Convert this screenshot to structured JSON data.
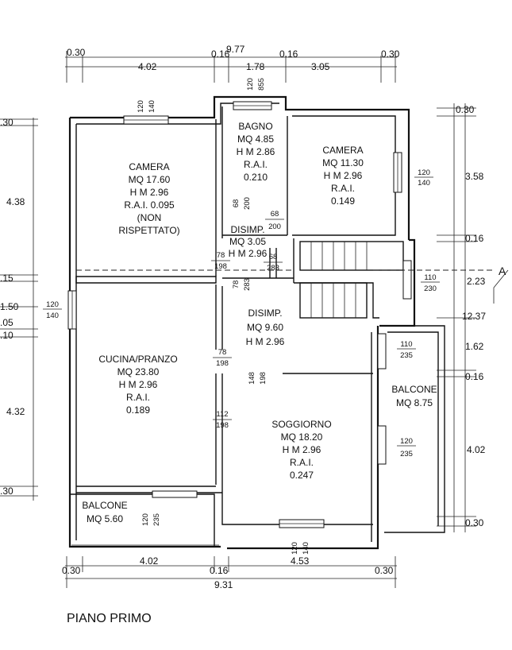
{
  "title": "PIANO PRIMO",
  "rooms": {
    "camera1": {
      "name": "CAMERA",
      "mq": "MQ 17.60",
      "h": "H M 2.96",
      "rai": "R.A.I. 0.095",
      "note1": "(NON",
      "note2": "RISPETTATO)"
    },
    "bagno": {
      "name": "BAGNO",
      "mq": "MQ 4.85",
      "h": "H M 2.86",
      "rai_label": "R.A.I.",
      "rai": "0.210"
    },
    "camera2": {
      "name": "CAMERA",
      "mq": "MQ 11.30",
      "h": "H M 2.96",
      "rai_label": "R.A.I.",
      "rai": "0.149"
    },
    "disimp1": {
      "name": "DISIMP.",
      "mq": "MQ 3.05",
      "h": "H M 2.96"
    },
    "disimp2": {
      "name": "DISIMP.",
      "mq": "MQ 9.60",
      "h": "H M 2.96"
    },
    "cucina": {
      "name": "CUCINA/PRANZO",
      "mq": "MQ 23.80",
      "h": "H M 2.96",
      "rai_label": "R.A.I.",
      "rai": "0.189"
    },
    "soggiorno": {
      "name": "SOGGIORNO",
      "mq": "MQ 18.20",
      "h": "H M 2.96",
      "rai_label": "R.A.I.",
      "rai": "0.247"
    },
    "balcone1": {
      "name": "BALCONE",
      "mq": "MQ 8.75"
    },
    "balcone2": {
      "name": "BALCONE",
      "mq": "MQ 5.60"
    }
  },
  "dims_top": {
    "total": "9.77",
    "d1": "0.30",
    "d2": "4.02",
    "d3": "0.16",
    "d4": "1.78",
    "d5": "0.16",
    "d6": "3.05",
    "d7": "0.30"
  },
  "dims_bottom": {
    "total": "9.31",
    "d1": "0.30",
    "d2": "4.02",
    "d3": "0.16",
    "d4": "4.53",
    "d5": "0.30"
  },
  "dims_left": {
    "d1": ".30",
    "d2": "4.38",
    "d3": ".15",
    "d4": "1.50",
    "d5": ".05",
    "d6": ".10",
    "d7": "4.32",
    "d8": ".30"
  },
  "dims_right": {
    "d1": "0.30",
    "d2": "3.58",
    "d3": "0.16",
    "d4": "2.23",
    "d5": "12.37",
    "d6": "1.62",
    "d7": "0.16",
    "d8": "4.02",
    "d9": "0.30"
  },
  "openings": {
    "o1_top": "120",
    "o1_bot": "140",
    "o2_top": "120",
    "o2_bot": "855",
    "o3_top": "120",
    "o3_bot": "140",
    "o4_top": "120",
    "o4_bot": "140",
    "o5_top": "110",
    "o5_bot": "230",
    "o6_top": "110",
    "o6_bot": "235",
    "o7_top": "120",
    "o7_bot": "235",
    "o8_top": "120",
    "o8_bot": "235",
    "o9_top": "120",
    "o9_bot": "140",
    "d68a": "68",
    "d200a": "200",
    "d68b": "68",
    "d200b": "200",
    "d78a_top": "78",
    "d78a_bot": "198",
    "d68c_top": "68",
    "d68c_bot": "283",
    "d78b_top": "78",
    "d78b_bot": "283",
    "d78c_top": "78",
    "d78c_bot": "198",
    "d148_top": "148",
    "d148_bot": "198",
    "d112_top": "112",
    "d112_bot": "198"
  },
  "section_mark": "A"
}
